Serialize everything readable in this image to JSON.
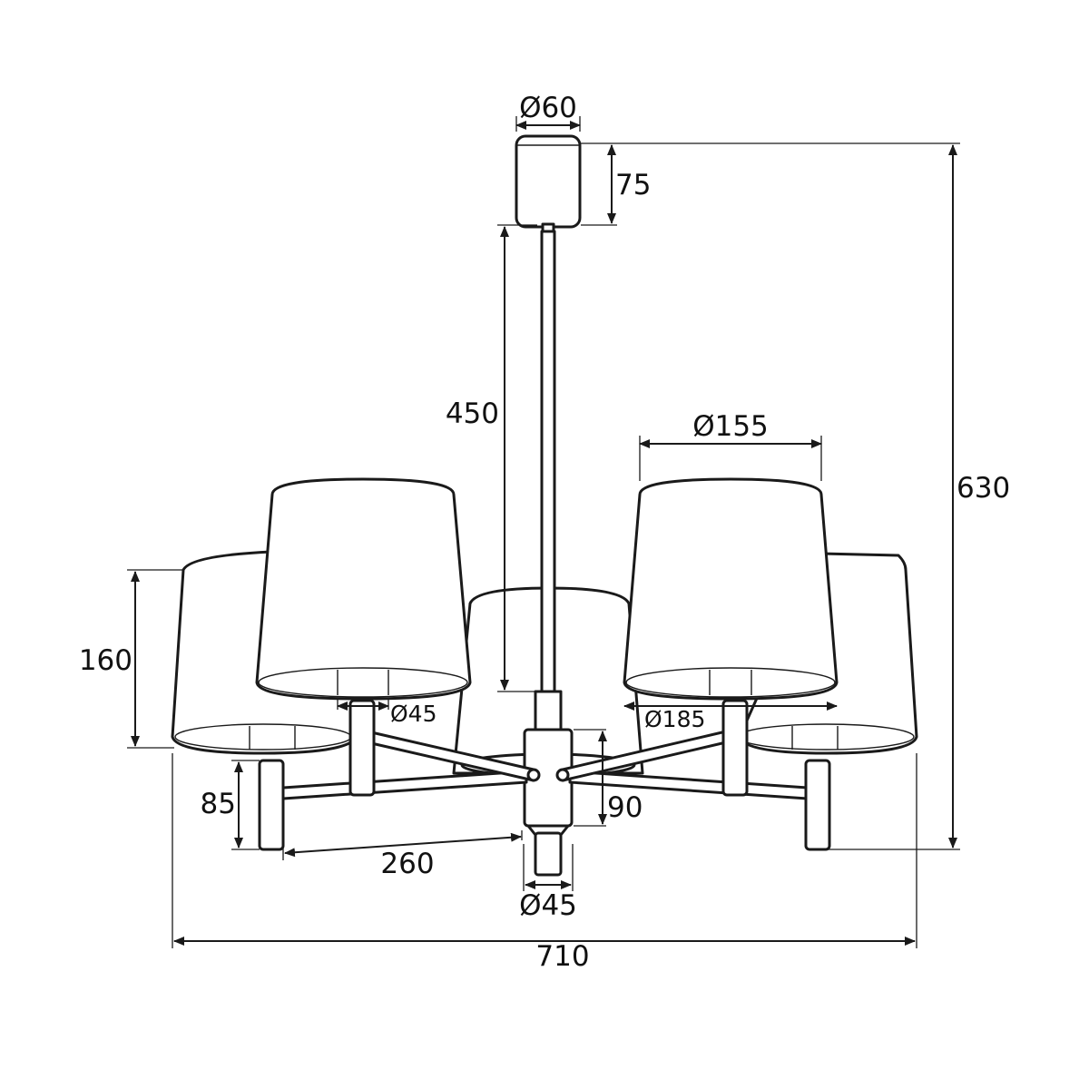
{
  "diagram": {
    "dimensions": {
      "canopy_diameter": "Ø60",
      "canopy_height": "75",
      "rod_length": "450",
      "total_height": "630",
      "shade_top_diameter": "Ø155",
      "shade_bottom_diameter": "Ø185",
      "shade_height": "160",
      "socket_diameter": "Ø45",
      "socket_drop": "85",
      "arm_length": "260",
      "hub_height": "90",
      "hub_diameter": "Ø45",
      "total_width": "710"
    },
    "colors": {
      "line": "#1a1a1a",
      "background": "#ffffff"
    }
  }
}
